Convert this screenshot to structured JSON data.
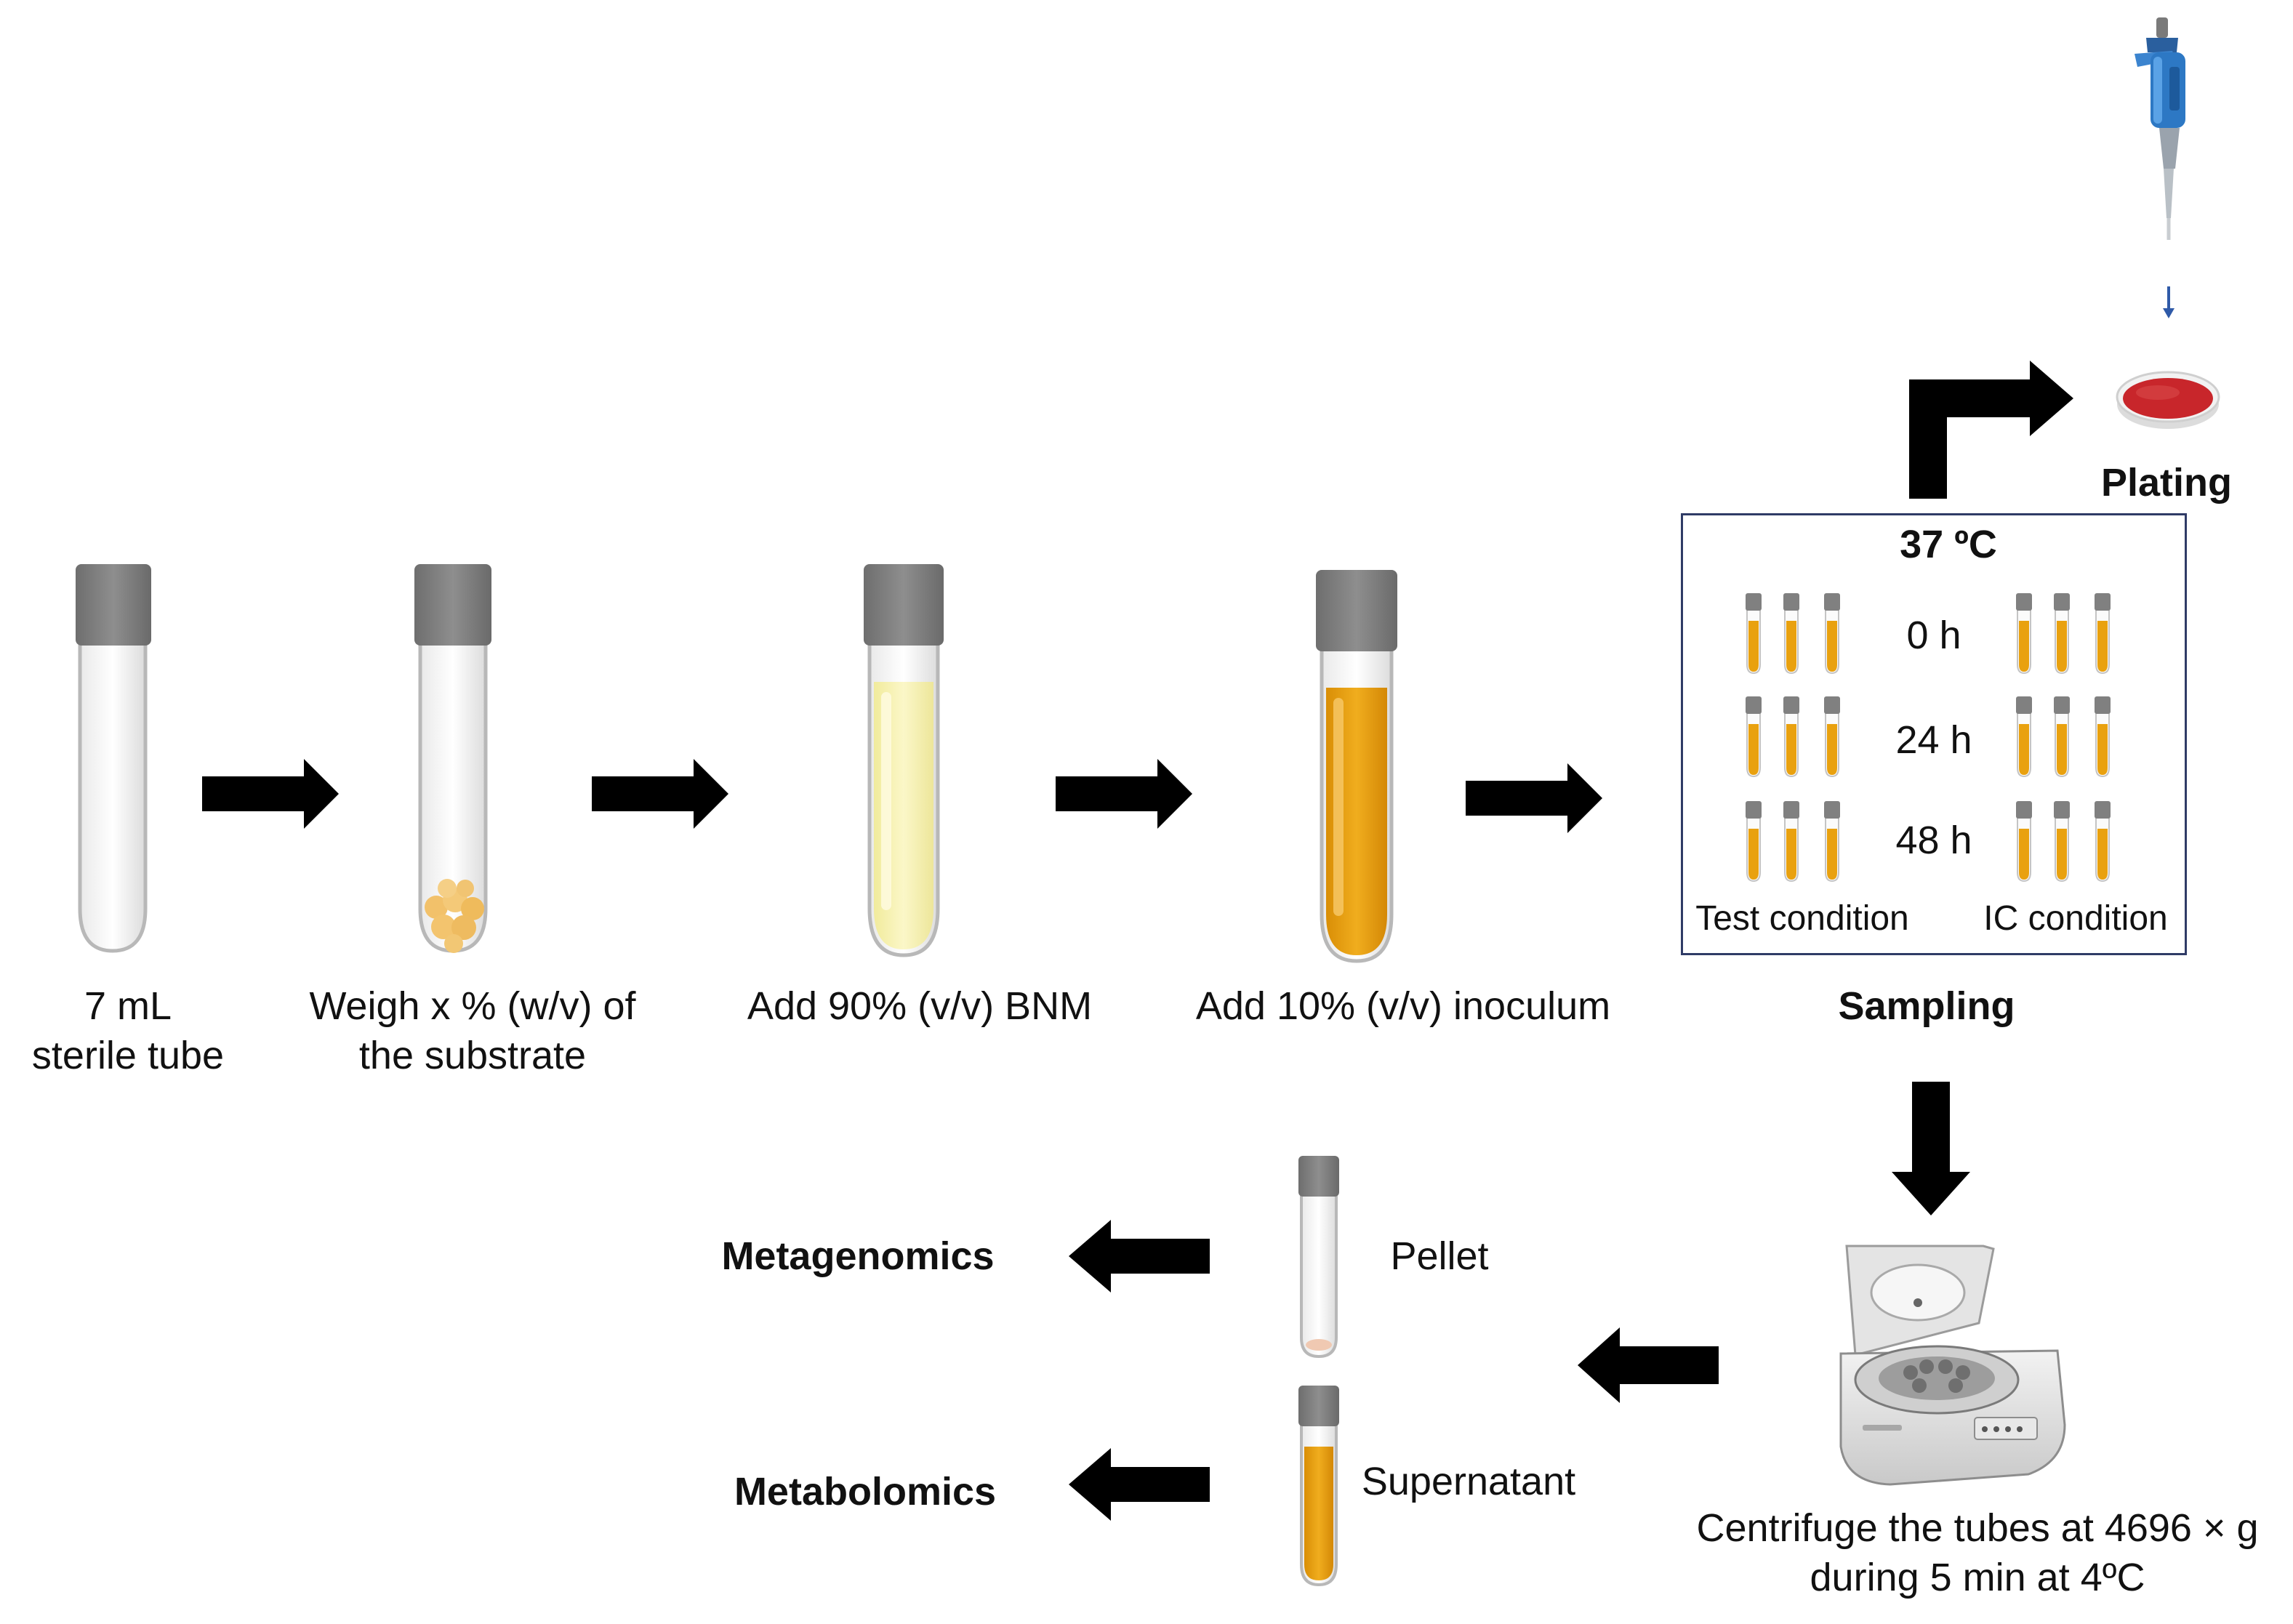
{
  "steps": {
    "step1": {
      "line1": "7 mL",
      "line2": "sterile tube"
    },
    "step2": {
      "line1": "Weigh x % (w/v) of",
      "line2": "the substrate"
    },
    "step3": {
      "text": "Add 90% (v/v) BNM"
    },
    "step4": {
      "text": "Add 10% (v/v) inoculum"
    }
  },
  "sampling": {
    "temperature": "37 ºC",
    "times": [
      "0 h",
      "24 h",
      "48 h"
    ],
    "left_group": "Test condition",
    "right_group": "IC condition",
    "title": "Sampling"
  },
  "plating": {
    "label": "Plating"
  },
  "centrifuge": {
    "line1": "Centrifuge the tubes at 4696 × g",
    "line2": "during 5 min at 4ºC"
  },
  "fractions": {
    "pellet": "Pellet",
    "supernatant": "Supernatant"
  },
  "outputs": {
    "metagenomics": "Metagenomics",
    "metabolomics": "Metabolomics"
  },
  "colors": {
    "cap": "#808080",
    "medium_bnm": "#f6f1b0",
    "inoculum": "#e9a10f",
    "substrate": "#f2c673",
    "agar": "#c8262b",
    "pipette": "#2d78c4",
    "frame": "#2f3b66"
  }
}
